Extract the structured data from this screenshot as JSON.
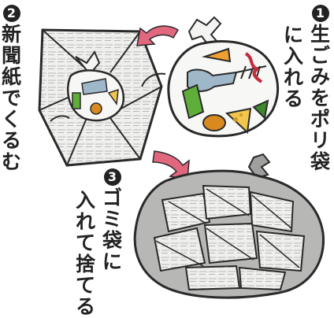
{
  "steps": [
    {
      "number": "1",
      "lines": [
        "生ごみをポリ袋",
        "に入れる"
      ]
    },
    {
      "number": "2",
      "lines": [
        "新聞紙でくるむ"
      ]
    },
    {
      "number": "3",
      "lines": [
        "ゴミ袋に",
        "入れて捨てる"
      ]
    }
  ],
  "colors": {
    "arrow": "#e0677e",
    "outline": "#2a2a2a",
    "paper": "#eeeeec",
    "trash_bag": "#b7b8b5"
  },
  "icons": [
    "poly-bag-with-scraps",
    "newspaper-bundle",
    "trash-bag-full",
    "curved-arrow"
  ]
}
